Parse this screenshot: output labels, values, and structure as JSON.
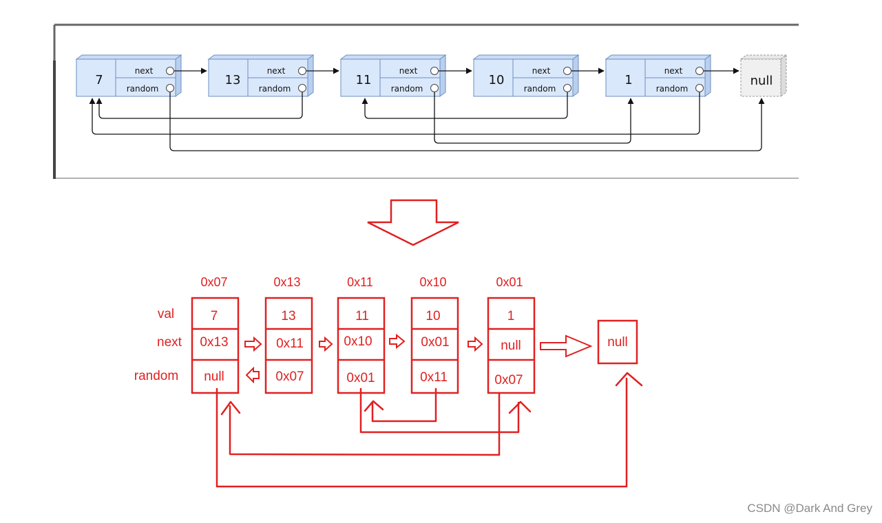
{
  "top": {
    "nodes": [
      {
        "val": "7",
        "next_label": "next",
        "random_label": "random"
      },
      {
        "val": "13",
        "next_label": "next",
        "random_label": "random"
      },
      {
        "val": "11",
        "next_label": "next",
        "random_label": "random"
      },
      {
        "val": "10",
        "next_label": "next",
        "random_label": "random"
      },
      {
        "val": "1",
        "next_label": "next",
        "random_label": "random"
      }
    ],
    "null_label": "null"
  },
  "bottom": {
    "row_labels": {
      "val": "val",
      "next": "next",
      "random": "random"
    },
    "nodes": [
      {
        "addr": "0x07",
        "val": "7",
        "next": "0x13",
        "random": "null"
      },
      {
        "addr": "0x13",
        "val": "13",
        "next": "0x11",
        "random": "0x07"
      },
      {
        "addr": "0x11",
        "val": "11",
        "next": "0x10",
        "random": "0x01"
      },
      {
        "addr": "0x10",
        "val": "10",
        "next": "0x01",
        "random": "0x11"
      },
      {
        "addr": "0x01",
        "val": "1",
        "next": "null",
        "random": "0x07"
      }
    ],
    "null_label": "null"
  },
  "watermark": "CSDN @Dark And Grey",
  "colors": {
    "red": "#e02020",
    "node_fill": "#dae8fc",
    "node_stroke": "#6c8ebf"
  }
}
